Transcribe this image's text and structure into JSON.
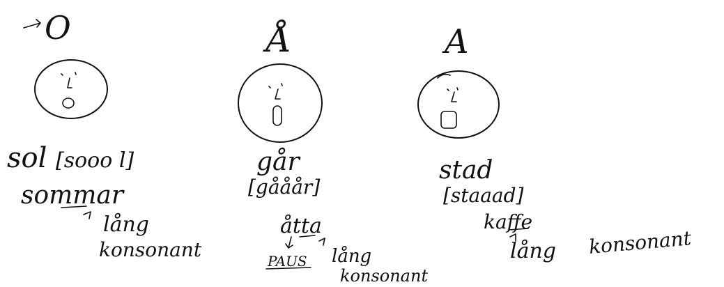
{
  "columns": [
    {
      "letter": "O",
      "word1": "sol",
      "pron1": "[sooo l]",
      "word2": "sommar",
      "note1": "lång",
      "note2": "konsonant"
    },
    {
      "letter": "Å",
      "word1": "går",
      "pron1": "[gååår]",
      "word2": "åtta",
      "pause": "PAUS",
      "note1": "lång",
      "note2": "konsonant"
    },
    {
      "letter": "A",
      "word1": "stad",
      "pron1": "[staaad]",
      "word2": "kaffe",
      "note1": "lång",
      "note2": "konsonant"
    }
  ]
}
